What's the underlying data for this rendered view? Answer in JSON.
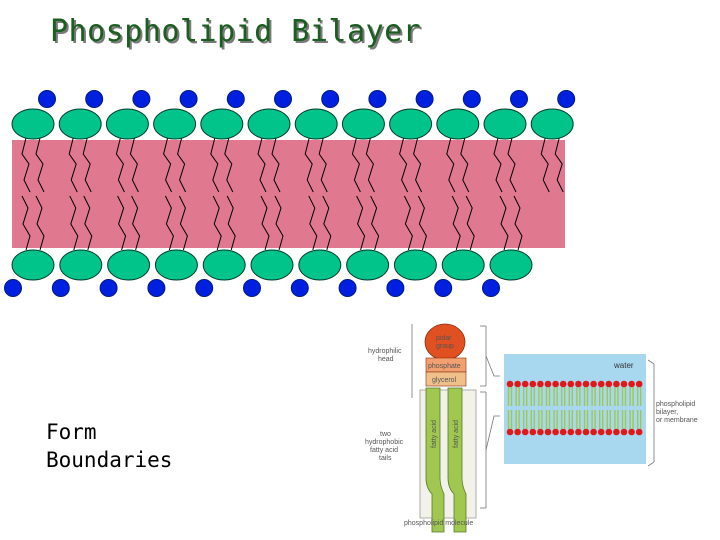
{
  "title": "Phospholipid Bilayer",
  "caption": {
    "line1": "Form",
    "line2": "Boundaries"
  },
  "colors": {
    "title_text": "#1a5e20",
    "polar_head": "#00c48a",
    "polar_head_outline": "#003a28",
    "phosphate_dot": "#0020e0",
    "tail_band": "#e07890",
    "tail_line": "#000000",
    "water": "#a8d8f0",
    "illus_head": "#e05020",
    "illus_tail": "#a0c850"
  },
  "icons": {
    "bilayer": "phospholipid-bilayer-diagram",
    "molecule": "phospholipid-molecule-icon"
  },
  "illustration": {
    "labels": {
      "hydrophilic_head": [
        "hydrophilic",
        "head"
      ],
      "polar_group": [
        "polar",
        "group"
      ],
      "phosphate": "phosphate",
      "glycerol": "glycerol",
      "fatty_acid_1": "fatty acid",
      "fatty_acid_2": "fatty acid",
      "hydrophobic_tails": [
        "two",
        "hydrophobic",
        "fatty acid",
        "tails"
      ],
      "molecule": "phospholipid molecule",
      "water": "water",
      "bilayer": [
        "phospholipid",
        "bilayer,",
        "or membrane"
      ]
    }
  }
}
